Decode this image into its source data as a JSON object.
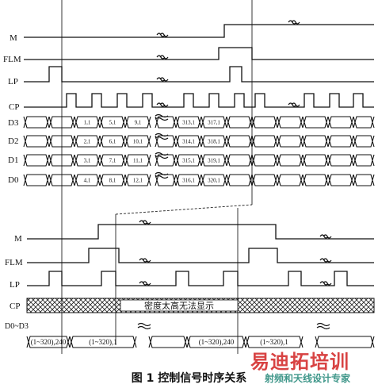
{
  "figure": {
    "caption": "图 1   控制信号时序关系",
    "watermark_main": "易迪拓培训",
    "watermark_sub": "射频和天线设计专家"
  },
  "top": {
    "labels": {
      "m": "M",
      "flm": "FLM",
      "lp": "LP",
      "cp": "CP",
      "d3": "D3",
      "d2": "D2",
      "d1": "D1",
      "d0": "D0"
    },
    "data_cells": {
      "d3": [
        "1,1",
        "5,1",
        "9,1",
        "313,1",
        "317,1"
      ],
      "d2": [
        "2,1",
        "6,1",
        "10,1",
        "314,1",
        "318,1"
      ],
      "d1": [
        "3,1",
        "7,1",
        "11,1",
        "315,1",
        "319,1"
      ],
      "d0": [
        "4,1",
        "8,1",
        "12,1",
        "316,1",
        "320,1"
      ]
    }
  },
  "bottom": {
    "labels": {
      "m": "M",
      "flm": "FLM",
      "lp": "LP",
      "cp": "CP",
      "d": "D0~D3"
    },
    "cp_text": "密度太高无法显示",
    "data_cells": [
      "(1~320),240",
      "(1~320),1",
      "(1~320),240",
      "(1~320),1"
    ]
  }
}
